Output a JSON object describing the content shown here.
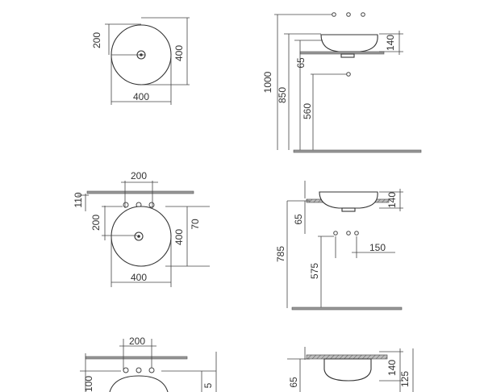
{
  "labels": {
    "v1": {
      "w_left": "200",
      "w_right": "400",
      "w_bottom": "400"
    },
    "s1": {
      "total": "1000",
      "floor": "850",
      "depth": "65",
      "height": "140",
      "outlet": "560"
    },
    "v2": {
      "w_top": "200",
      "w_left_lower": "200",
      "w_right": "400",
      "w_small": "70",
      "w_bottom": "400",
      "w_side": "110"
    },
    "s2": {
      "height": "140",
      "depth": "65",
      "floor": "785",
      "outlet": "575",
      "offset": "150"
    },
    "v3": {
      "w_top": "200",
      "w_left": "100",
      "w_right": "5"
    },
    "s3": {
      "depth": "65",
      "height": "140",
      "rim": "125"
    }
  },
  "colors": {
    "line": "#444444",
    "slab": "#9a9a9a"
  }
}
